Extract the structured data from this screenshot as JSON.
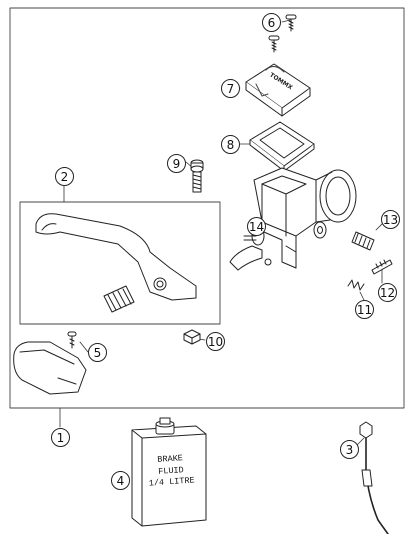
{
  "callouts": [
    {
      "id": "c1",
      "label": "1"
    },
    {
      "id": "c2",
      "label": "2"
    },
    {
      "id": "c3",
      "label": "3"
    },
    {
      "id": "c4",
      "label": "4"
    },
    {
      "id": "c5",
      "label": "5"
    },
    {
      "id": "c6",
      "label": "6"
    },
    {
      "id": "c7",
      "label": "7"
    },
    {
      "id": "c8",
      "label": "8"
    },
    {
      "id": "c9",
      "label": "9"
    },
    {
      "id": "c10",
      "label": "10"
    },
    {
      "id": "c11",
      "label": "11"
    },
    {
      "id": "c12",
      "label": "12"
    },
    {
      "id": "c13",
      "label": "13"
    },
    {
      "id": "c14",
      "label": "14"
    }
  ],
  "can_label": {
    "line1": "BRAKE",
    "line2": "FLUID",
    "line3": "1/4 LITRE"
  },
  "cover_logo_text": "TOMMX"
}
